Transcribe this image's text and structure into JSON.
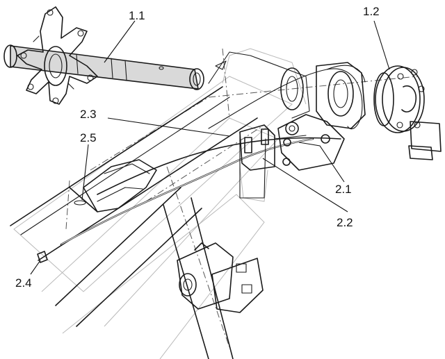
{
  "callouts": [
    {
      "id": "1.1",
      "text": "1.1"
    },
    {
      "id": "1.2",
      "text": "1.2"
    },
    {
      "id": "2.3",
      "text": "2.3"
    },
    {
      "id": "2.5",
      "text": "2.5"
    },
    {
      "id": "2.1",
      "text": "2.1"
    },
    {
      "id": "2.2",
      "text": "2.2"
    },
    {
      "id": "2.4",
      "text": "2.4"
    }
  ]
}
